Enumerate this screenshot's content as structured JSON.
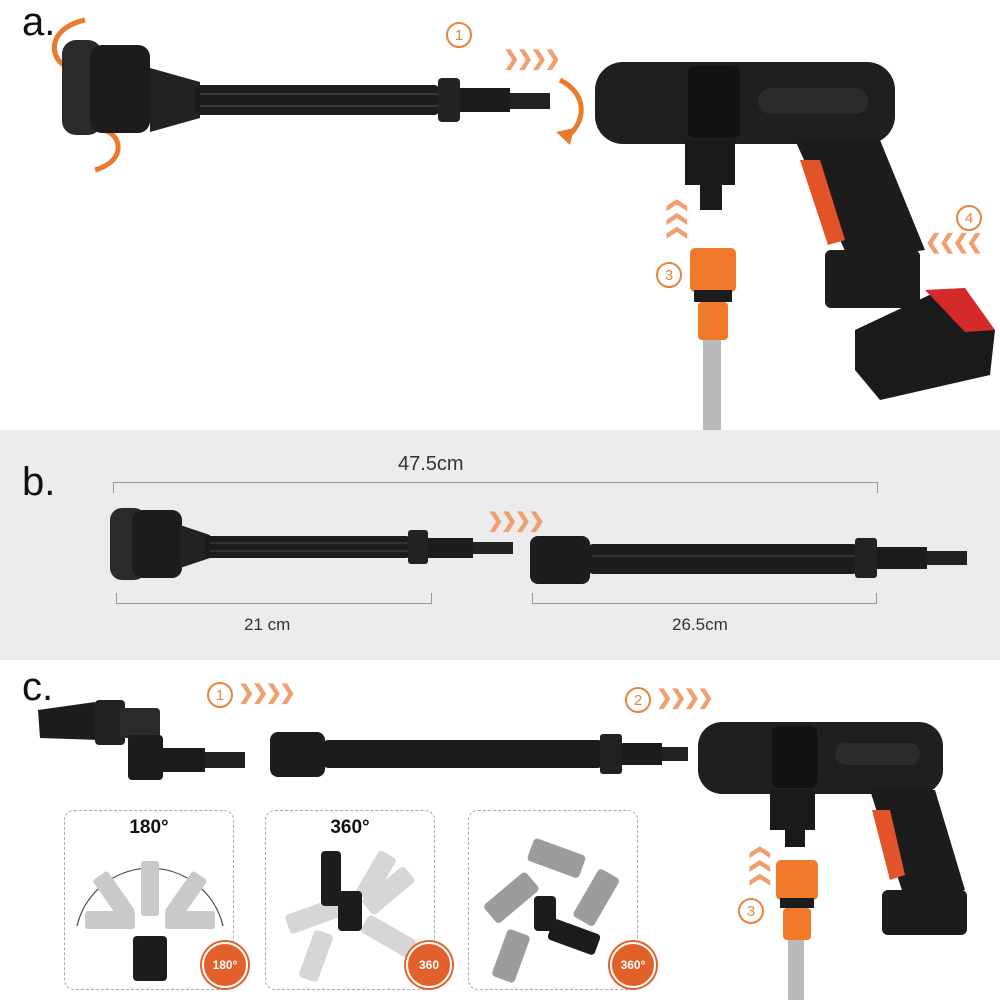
{
  "sections": {
    "a": {
      "letter": "a."
    },
    "b": {
      "letter": "b.",
      "total_length": "47.5cm",
      "left_length": "21 cm",
      "right_length": "26.5cm"
    },
    "c": {
      "letter": "c."
    }
  },
  "steps": {
    "one": "1",
    "two": "2",
    "three": "3",
    "four": "4"
  },
  "rotations": {
    "r180": {
      "title": "180°",
      "badge": "180°"
    },
    "r360a": {
      "title": "360°",
      "badge": "360"
    },
    "r360b": {
      "badge": "360°"
    }
  },
  "colors": {
    "accent": "#e7843c",
    "badge": "#e2612a",
    "tool": "#1c1c1c",
    "band_gray": "#ececec"
  }
}
